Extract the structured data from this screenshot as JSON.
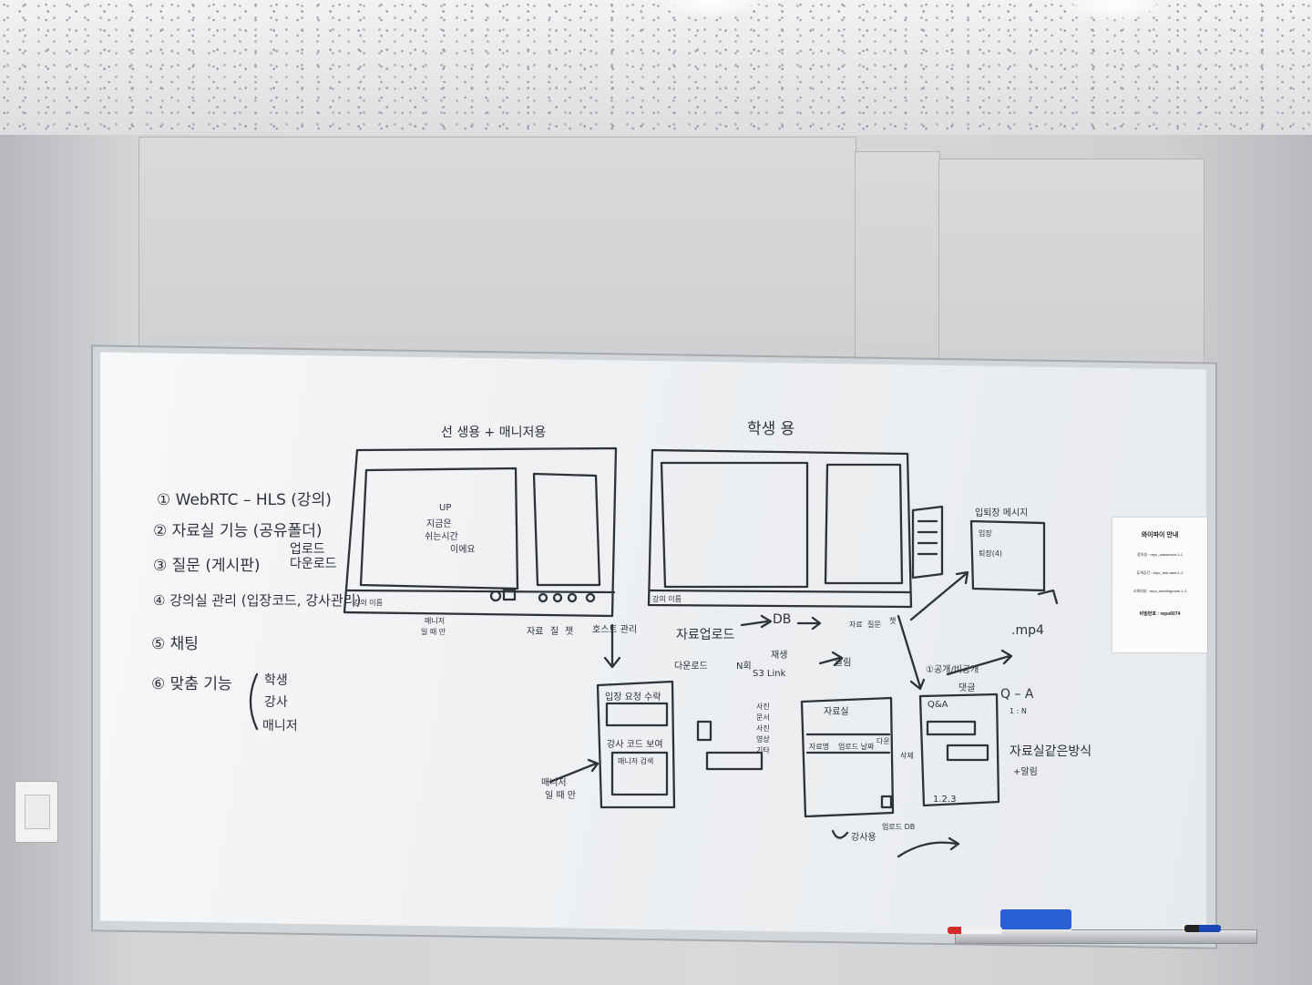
{
  "notice": {
    "title": "와이파이 안내",
    "networks": [
      "정의실 : repo_classroom-1-1",
      "휴게공간 : repo_rest area-1-2",
      "소회의실 : repo_meetingroom-1-3"
    ],
    "password": "비밀번호 : repo6074"
  },
  "whiteboard": {
    "teacher_heading": "선 생용 + 매니저용",
    "student_heading": "학생 용",
    "features": [
      "① WebRTC – HLS (강의)",
      "② 자료실 기능 (공유폴더)",
      "③ 질문 (게시판)",
      "④ 강의실 관리 (입장코드, 강사관리)",
      "⑤ 채팅",
      "⑥ 맞춤 기능"
    ],
    "upload_download": [
      "업로드",
      "다운로드"
    ],
    "roles": [
      "학생",
      "강사",
      "매니저"
    ],
    "teacher_screen_note": [
      "UP",
      "지금은",
      "쉬는시간",
      "이에요"
    ],
    "lecture_name": "강의 이름",
    "manager_main": [
      "매니저",
      "일 때 만"
    ],
    "teacher_toolbar": [
      "자료",
      "질",
      "챗",
      "호스트 관리"
    ],
    "host_panel": [
      "입장 요청 수락",
      "강사 코드 보여",
      "매니저 검색"
    ],
    "manager_only_2": [
      "매니저",
      "일 때 만"
    ],
    "student_flow": [
      "자료업로드",
      "다운로드",
      "DB",
      "재생",
      "S3 Link",
      "알림",
      "N회"
    ],
    "student_toolbar": [
      "자료",
      "질문",
      "챗"
    ],
    "notice_message": "입퇴장 메시지",
    "notice_lines": [
      "입장",
      "퇴장(4)"
    ],
    "public_private": "①공개/비공개",
    "comment": "댓글",
    "qa": "Q – A",
    "qa_ratio": "1 : N",
    "mp4": ".mp4",
    "library_title": "자료실",
    "library_header": [
      "자료명",
      "업로드 날짜",
      "다운",
      "삭제"
    ],
    "upload_db": "업로드 DB",
    "instructor": "강사용",
    "qa_panel": "Q&A",
    "library_style": "자료실같은방식",
    "pagination": "1.2.3",
    "alarm": "+알림",
    "side_list": [
      "사진",
      "문서",
      "사진",
      "영상",
      "기타"
    ]
  }
}
